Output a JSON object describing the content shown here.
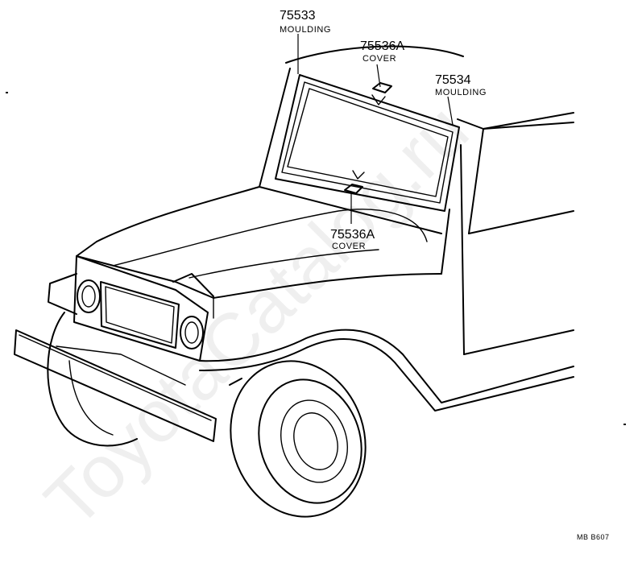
{
  "callouts": [
    {
      "part_no": "75533",
      "name": "MOULDING"
    },
    {
      "part_no": "75536A",
      "name": "COVER"
    },
    {
      "part_no": "75534",
      "name": "MOULDING"
    },
    {
      "part_no": "75536A",
      "name": "COVER"
    }
  ],
  "figure_ref": "MB B607",
  "watermark": "ToyotaCatalog.ru"
}
